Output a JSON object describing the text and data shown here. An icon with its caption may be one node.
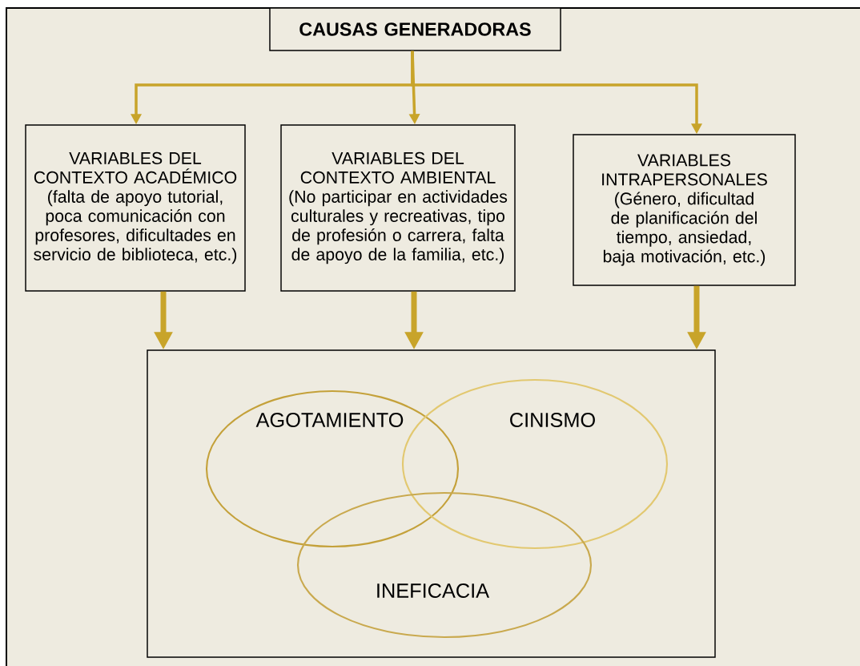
{
  "diagram": {
    "nodes": [
      {
        "text": [
          "CAUSAS GENERADORAS"
        ]
      },
      {
        "text": [
          "VARIABLES DEL CONTEXTO ACADÉMICO",
          "(falta de apoyo tutorial, poca comunicación con profesores, dificultades en servicio de biblioteca, etc.)"
        ]
      },
      {
        "text": [
          "VARIABLES DEL CONTEXTO AMBIENTAL",
          "(No participar en actividades culturales y recreativas, tipo de profesión o carrera, falta de apoyo de la familia, etc.)"
        ]
      },
      {
        "text": [
          "VARIABLES INTRAPERSONALES",
          "(Género, dificultad de planificación del tiempo, ansiedad, baja motivación, etc.)"
        ]
      },
      {
        "text": [],
        "shape": "box"
      },
      {
        "text": [
          "AGOTAMIENTO"
        ],
        "in": 4
      },
      {
        "text": [
          "CINISMO"
        ],
        "in": 4
      },
      {
        "text": [
          "INEFICACIA"
        ],
        "in": 4
      }
    ],
    "edges": [
      {
        "from": 0,
        "to": 1,
        "arrow": "to"
      },
      {
        "from": 0,
        "to": 2,
        "arrow": "to"
      },
      {
        "from": 0,
        "to": 3,
        "arrow": "to"
      },
      {
        "from": 1,
        "to": 4,
        "arrow": "to",
        "style": "thick"
      },
      {
        "from": 2,
        "to": 4,
        "arrow": "to",
        "style": "thick"
      },
      {
        "from": 3,
        "to": 4,
        "arrow": "to",
        "style": "thick"
      }
    ]
  }
}
